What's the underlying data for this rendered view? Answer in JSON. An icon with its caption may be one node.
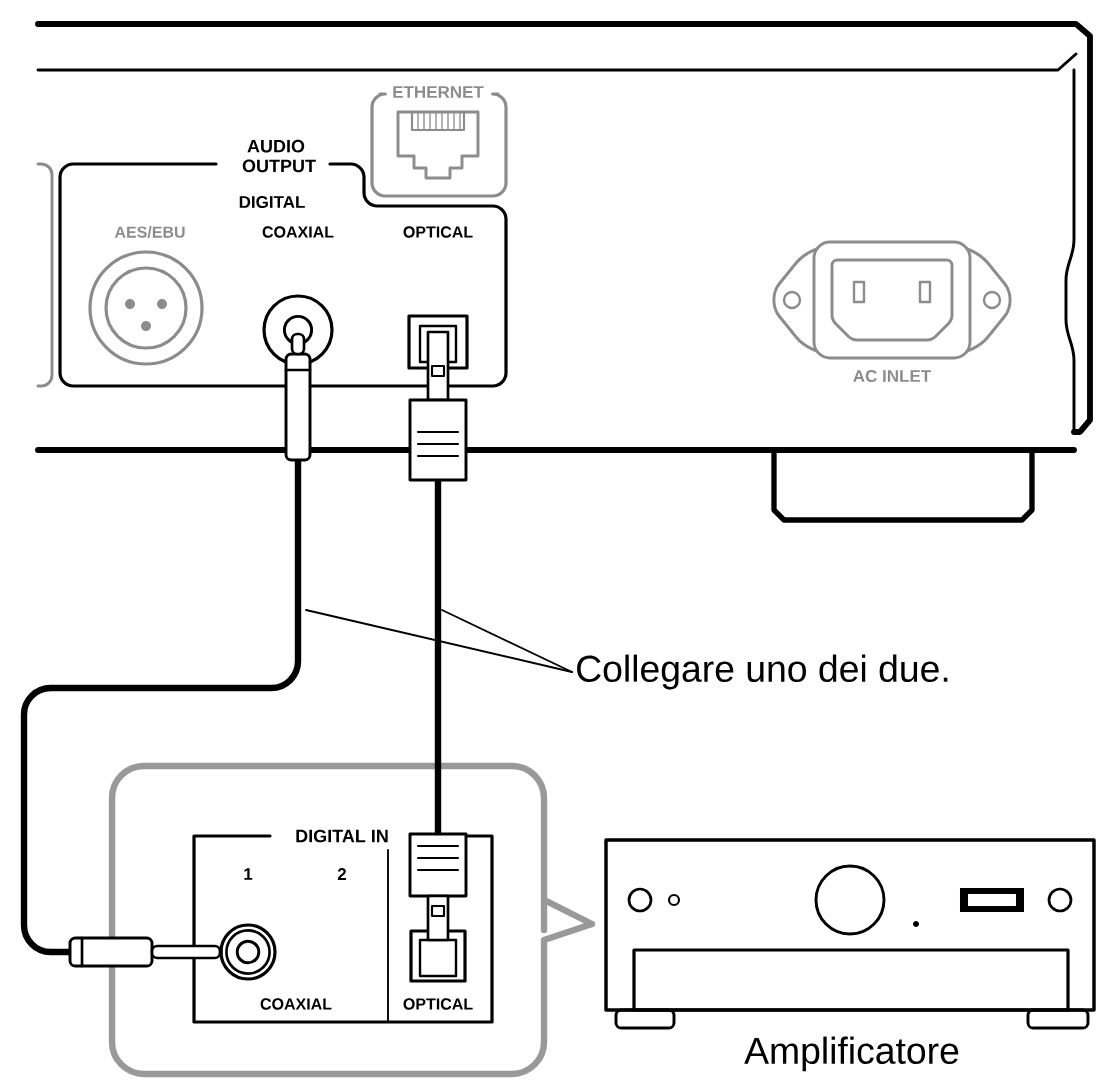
{
  "diagram": {
    "nodes": [
      {
        "text": [],
        "shape": "circle"
      },
      {
        "text": [],
        "shape": "box"
      },
      {
        "text": [],
        "shape": "circle"
      },
      {
        "text": [],
        "shape": "box"
      },
      {
        "text": [
          "Collegare uno dei due."
        ]
      }
    ],
    "edges": [
      {
        "from": 0,
        "to": 2,
        "arrow": "none",
        "style": "thick"
      },
      {
        "from": 1,
        "to": 3,
        "arrow": "other",
        "style": "thick"
      },
      {
        "from": 4,
        "to": null,
        "arrow": "none"
      },
      {
        "from": 4,
        "to": null,
        "arrow": "none"
      }
    ],
    "labels": [
      "AUDIO OUTPUT",
      "DIGITAL",
      "AES/EBU",
      "COAXIAL",
      "OPTICAL",
      "ETHERNET",
      "AC INLET",
      "DIGITAL IN",
      "1",
      "2",
      "COAXIAL",
      "OPTICAL",
      "Amplificatore"
    ]
  }
}
